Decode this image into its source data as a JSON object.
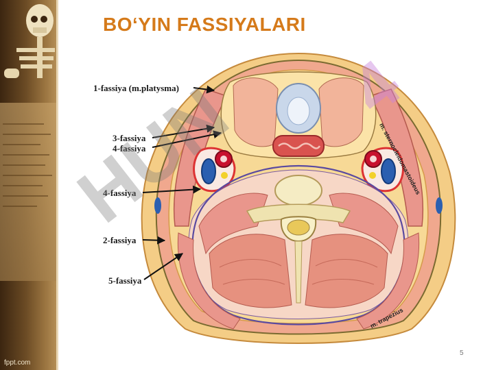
{
  "slide": {
    "title": "BO‘YIN FASSIYALARI",
    "page_number": "5",
    "footer_brand": "fppt.com"
  },
  "labels": {
    "fascia1": "1-fassiya (m.platysma)",
    "fascia3": "3-fassiya",
    "fascia4a": "4-fassiya",
    "fascia4b": "4-fassiya",
    "fascia2": "2-fassiya",
    "fascia5": "5-fassiya",
    "muscle_scm": "m. sternocleidomastoideus",
    "muscle_trap": "m. trapezius"
  },
  "watermark": {
    "main": "HUN",
    "accent": "4"
  },
  "colors": {
    "title": "#d57a1a",
    "fascia_line": "#5a4aa0",
    "muscle": "#e9968c",
    "outer": "#f4cd86"
  }
}
